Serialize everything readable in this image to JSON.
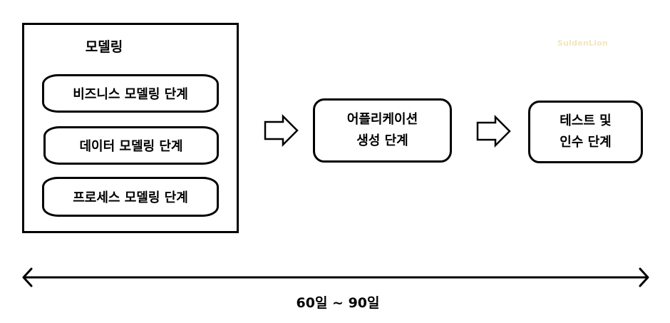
{
  "modeling": {
    "title": "모델링",
    "phases": [
      "비즈니스 모델링 단계",
      "데이터 모델링 단계",
      "프로세스 모델링 단계"
    ]
  },
  "app_generation": {
    "line1": "어플리케이션",
    "line2": "생성 단계"
  },
  "test_acceptance": {
    "line1": "테스트 및",
    "line2": "인수 단계"
  },
  "watermark": "SuldenLion",
  "timeline": {
    "label": "60일 ~ 90일"
  }
}
